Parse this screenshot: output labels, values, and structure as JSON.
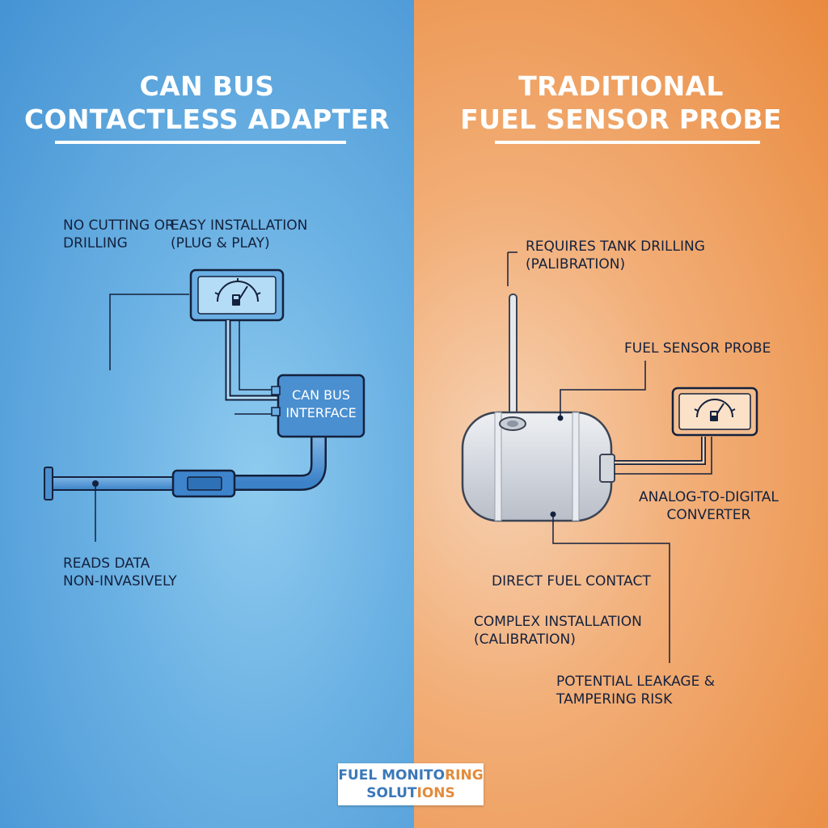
{
  "left": {
    "title": "CAN BUS\nCONTACTLESS ADAPTER",
    "labels": {
      "no_cutting": "NO CUTTING OR\nDRILLING",
      "easy_install": "EASY INSTALLATION\n(PLUG & PLAY)",
      "interface": "CAN BUS\nINTERFACE",
      "reads_data": "READS DATA\nNON-INVASIVELY"
    }
  },
  "right": {
    "title": "TRADITIONAL\nFUEL SENSOR PROBE",
    "labels": {
      "requires_drilling": "REQUIRES TANK DRILLING\n(PALIBRATION)",
      "probe": "FUEL SENSOR PROBE",
      "adc": "ANALOG-TO-DIGITAL\nCONVERTER",
      "direct_contact": "DIRECT FUEL CONTACT",
      "complex_install": "COMPLEX INSTALLATION\n(CALIBRATION)",
      "leakage": "POTENTIAL LEAKAGE &\nTAMPERING RISK"
    }
  },
  "logo": {
    "line1_part1": "FUEL MONITO",
    "line1_part2": "RING",
    "line2_part1": "SOLUT",
    "line2_part2": "IONS"
  },
  "colors": {
    "left_bg": "#4593d4",
    "right_bg": "#e98a3e",
    "device_fill": "#4a8fd0",
    "line": "#14213d"
  },
  "icons": [
    "fuel-gauge-icon",
    "fuel-pump-icon"
  ]
}
